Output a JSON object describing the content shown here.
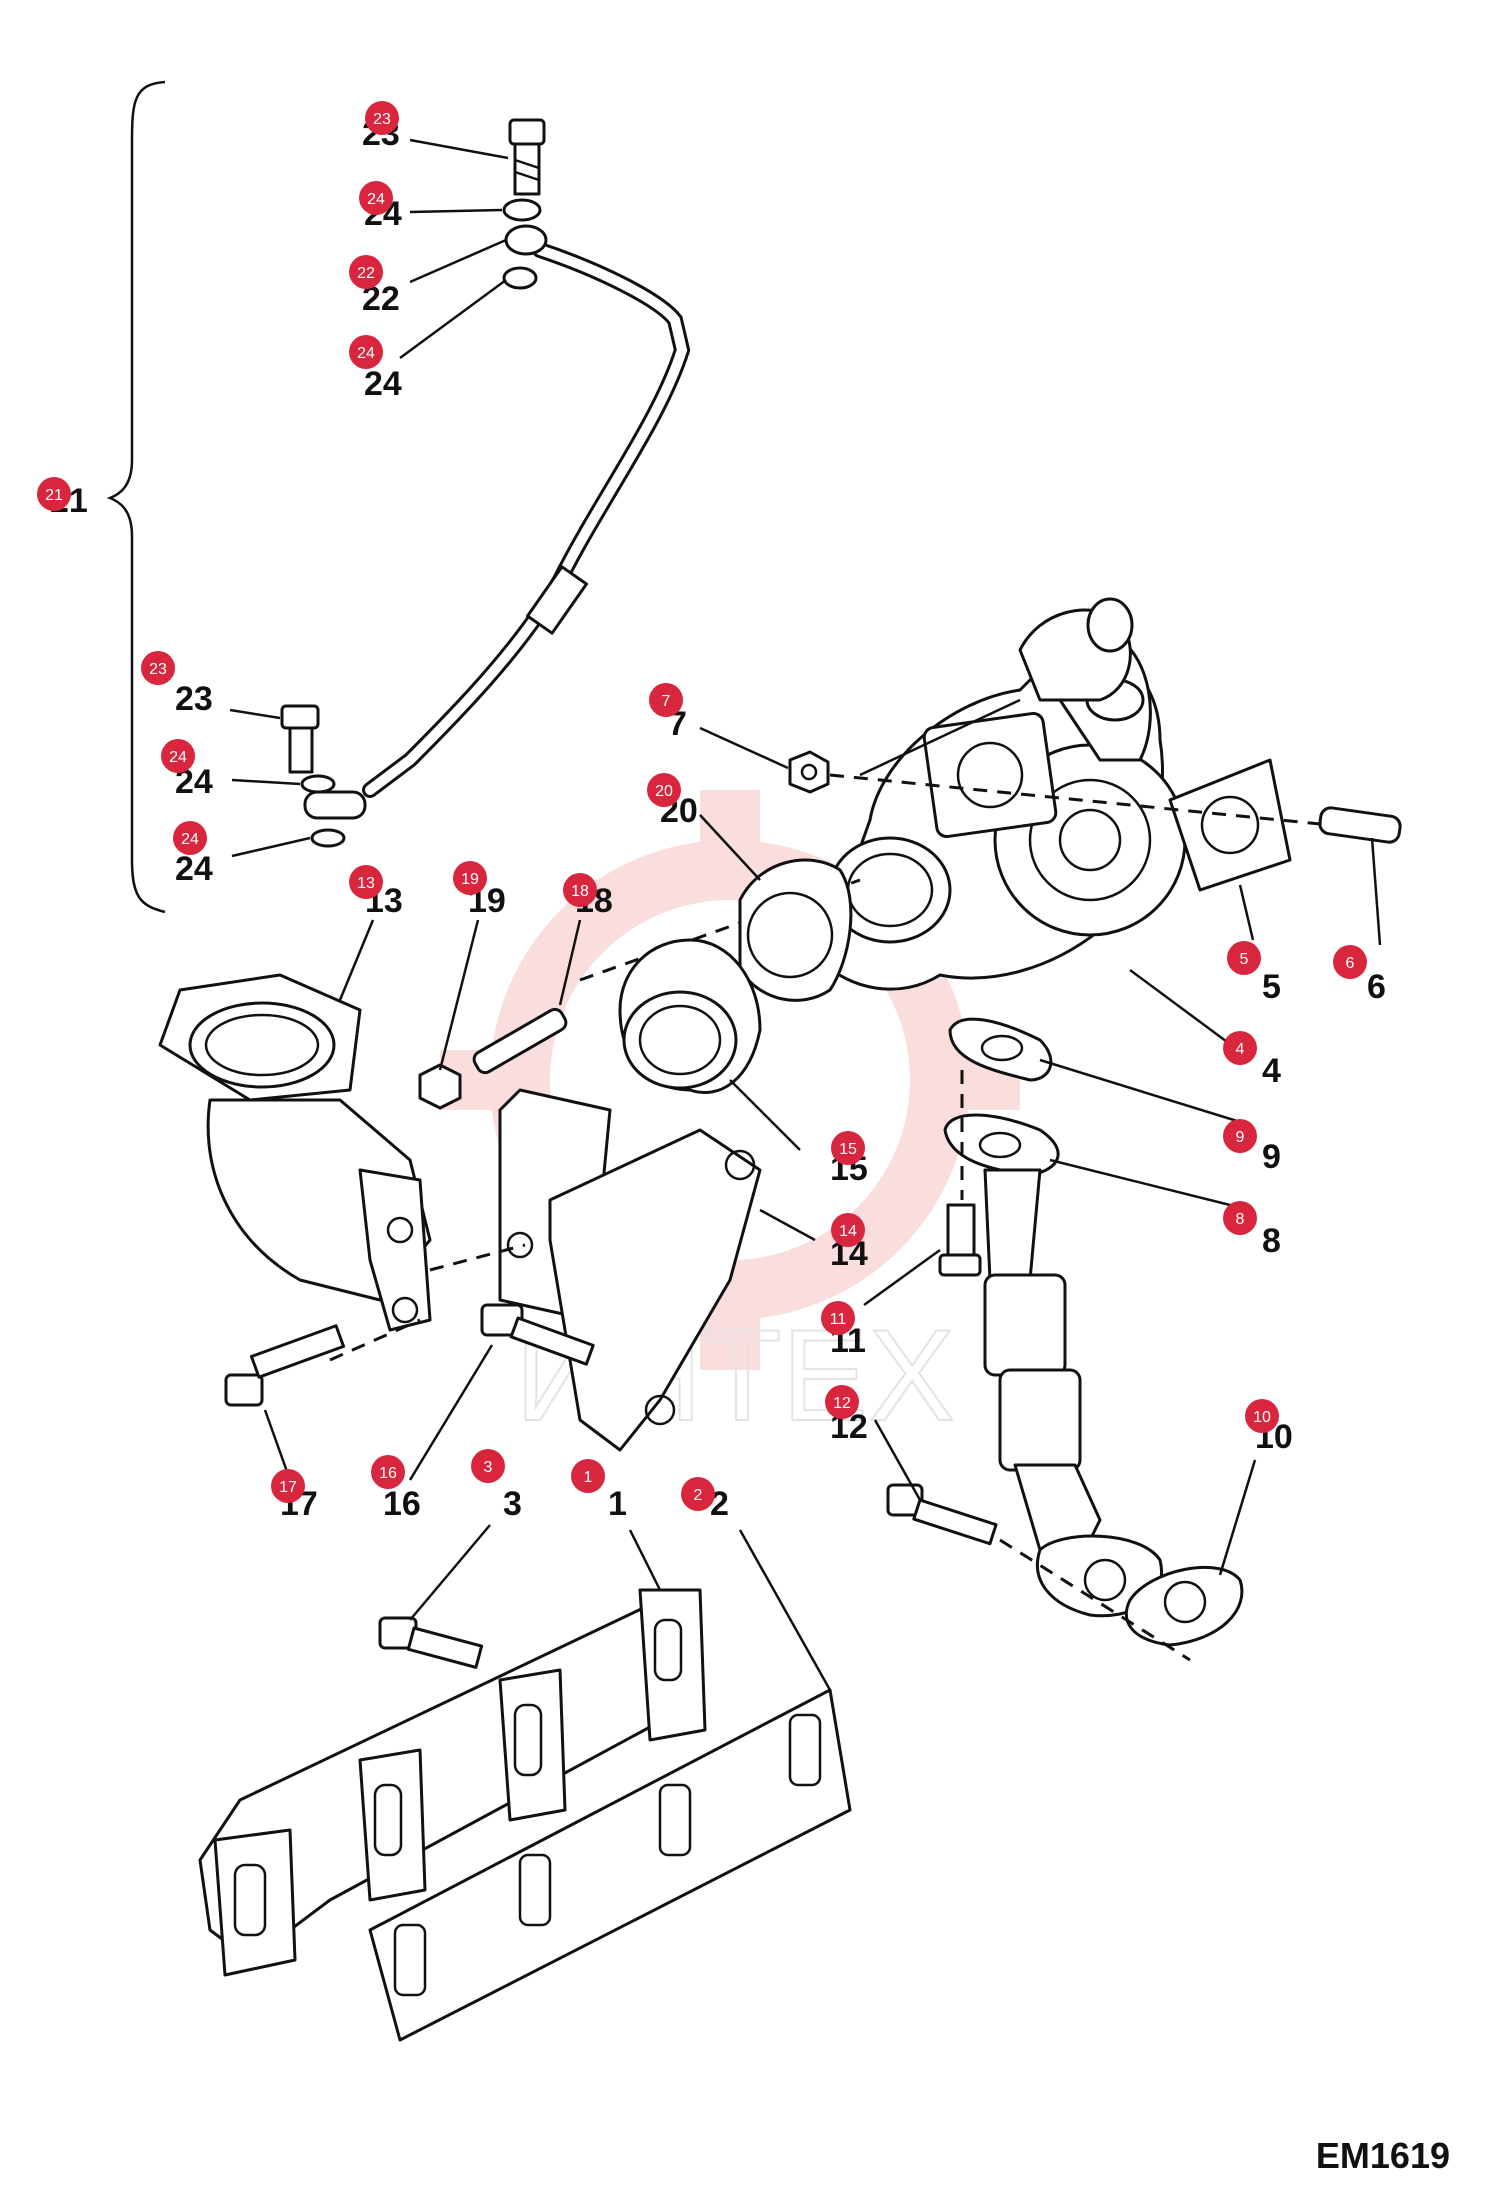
{
  "diagram_code": "EM1619",
  "watermark_text": "ИНТЕХ",
  "colors": {
    "badge": "#d7263d",
    "line": "#111111",
    "watermark": "#f2a0a0"
  },
  "labels": {
    "l1": "1",
    "l2": "2",
    "l3": "3",
    "l4": "4",
    "l5": "5",
    "l6": "6",
    "l7": "7",
    "l8": "8",
    "l9": "9",
    "l10": "10",
    "l11": "11",
    "l12": "12",
    "l13": "13",
    "l14": "14",
    "l15": "15",
    "l16": "16",
    "l17": "17",
    "l18": "18",
    "l19": "19",
    "l20": "20",
    "l21": "21",
    "l22": "22",
    "l23a": "23",
    "l23b": "23",
    "l24a": "24",
    "l24b": "24",
    "l24c": "24",
    "l24d": "24"
  }
}
